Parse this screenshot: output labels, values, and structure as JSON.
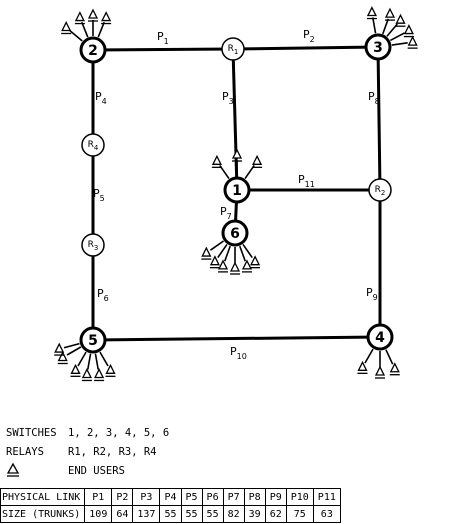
{
  "diagram": {
    "switches": [
      {
        "id": "s1",
        "label": "1"
      },
      {
        "id": "s2",
        "label": "2"
      },
      {
        "id": "s3",
        "label": "3"
      },
      {
        "id": "s4",
        "label": "4"
      },
      {
        "id": "s5",
        "label": "5"
      },
      {
        "id": "s6",
        "label": "6"
      }
    ],
    "relays": [
      {
        "id": "r1",
        "label": "R1"
      },
      {
        "id": "r2",
        "label": "R2"
      },
      {
        "id": "r3",
        "label": "R3"
      },
      {
        "id": "r4",
        "label": "R4"
      }
    ],
    "links": [
      {
        "id": "p1",
        "label": "P1",
        "from": "s2",
        "to": "r1"
      },
      {
        "id": "p2",
        "label": "P2",
        "from": "r1",
        "to": "s3"
      },
      {
        "id": "p3",
        "label": "P3",
        "from": "r1",
        "to": "s1"
      },
      {
        "id": "p4",
        "label": "P4",
        "from": "s2",
        "to": "r4"
      },
      {
        "id": "p5",
        "label": "P5",
        "from": "r4",
        "to": "r3"
      },
      {
        "id": "p6",
        "label": "P6",
        "from": "r3",
        "to": "s5"
      },
      {
        "id": "p7",
        "label": "P7",
        "from": "s1",
        "to": "s6"
      },
      {
        "id": "p8",
        "label": "P8",
        "from": "s3",
        "to": "r2"
      },
      {
        "id": "p9",
        "label": "P9",
        "from": "r2",
        "to": "s4"
      },
      {
        "id": "p10",
        "label": "P10",
        "from": "s5",
        "to": "s4"
      },
      {
        "id": "p11",
        "label": "P11",
        "from": "s1",
        "to": "r2"
      }
    ]
  },
  "legend": {
    "switches_key": "SWITCHES",
    "switches_val": "1, 2, 3, 4, 5, 6",
    "relays_key": "RELAYS",
    "relays_val": "R1, R2, R3, R4",
    "end_users_val": "END USERS",
    "end_user_icon": "end-user-antenna-icon"
  },
  "table": {
    "row1_header": "PHYSICAL LINK",
    "row2_header": "SIZE (TRUNKS)",
    "links": [
      "P1",
      "P2",
      "P3",
      "P4",
      "P5",
      "P6",
      "P7",
      "P8",
      "P9",
      "P10",
      "P11"
    ],
    "trunks": [
      "109",
      "64",
      "137",
      "55",
      "55",
      "55",
      "82",
      "39",
      "62",
      "75",
      "63"
    ]
  }
}
